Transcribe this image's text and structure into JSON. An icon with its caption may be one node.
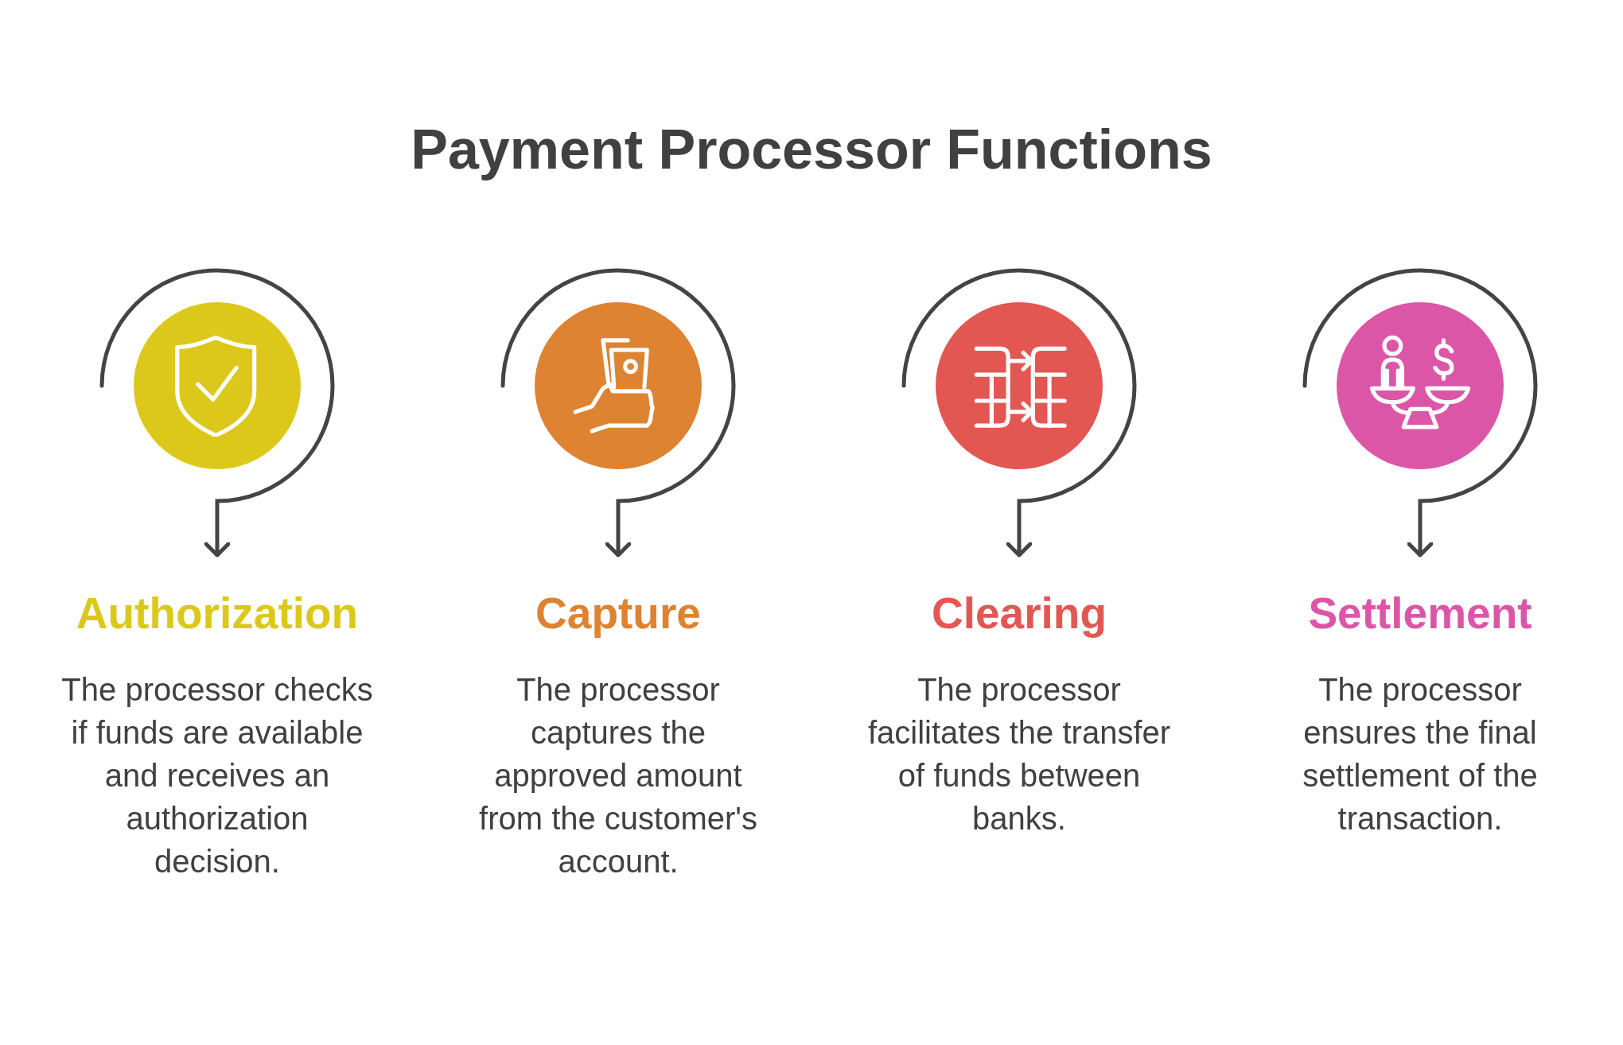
{
  "diagram": {
    "title": "Payment Processor Functions",
    "nodes": [
      {
        "text": [],
        "shape": "circle"
      },
      {
        "text": [
          "Authorization",
          "The processor checks if funds are available and receives an authorization decision."
        ]
      },
      {
        "text": [],
        "shape": "circle"
      },
      {
        "text": [
          "Capture",
          "The processor captures the approved amount from the customer's account."
        ]
      },
      {
        "text": [],
        "shape": "circle"
      },
      {
        "text": [
          "Clearing",
          "The processor facilitates the transfer of funds between banks."
        ]
      },
      {
        "text": [],
        "shape": "circle"
      },
      {
        "text": [
          "Settlement",
          "The processor ensures the final settlement of the transaction."
        ]
      }
    ],
    "edges": [
      {
        "from": 0,
        "to": 1,
        "arrow": "to"
      },
      {
        "from": 2,
        "to": 3,
        "arrow": "to"
      },
      {
        "from": 4,
        "to": 5,
        "arrow": "to"
      },
      {
        "from": 6,
        "to": 7,
        "arrow": "to"
      }
    ]
  }
}
